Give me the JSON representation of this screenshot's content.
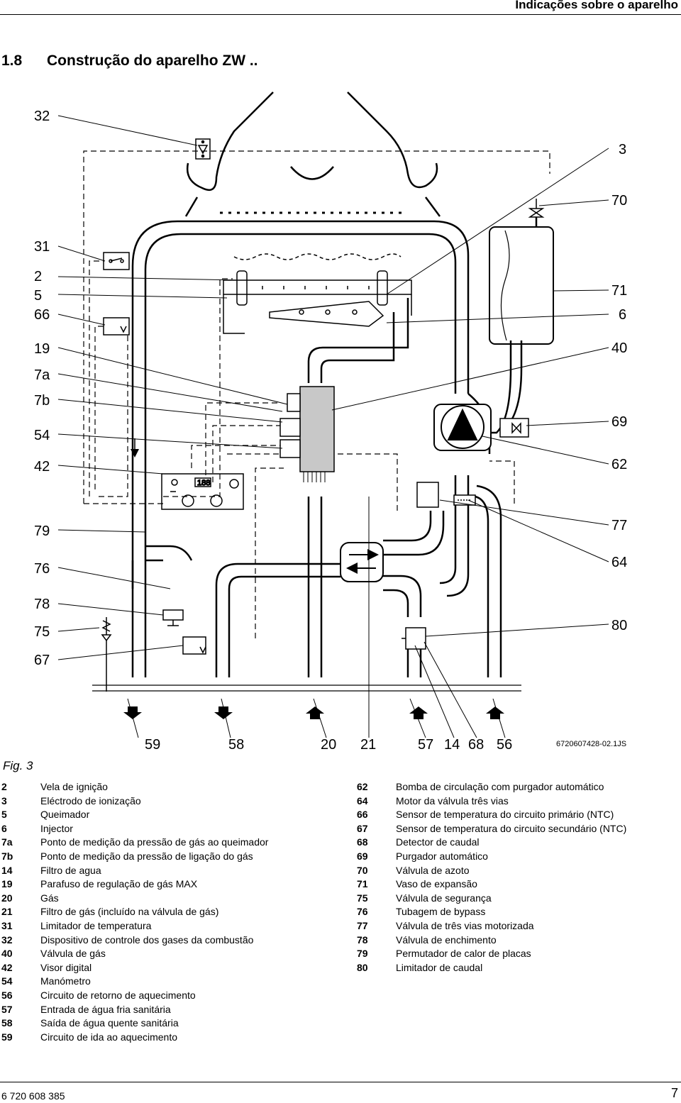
{
  "header": {
    "title": "Indicações sobre o aparelho"
  },
  "section": {
    "number": "1.8",
    "title": "Construção do aparelho ZW .."
  },
  "diagram": {
    "left_labels": [
      "32",
      "31",
      "2",
      "5",
      "66",
      "19",
      "7a",
      "7b",
      "54",
      "42",
      "79",
      "76",
      "78",
      "75",
      "67"
    ],
    "right_labels": [
      "3",
      "70",
      "71",
      "6",
      "40",
      "69",
      "62",
      "77",
      "64",
      "80"
    ],
    "bottom_labels": [
      "59",
      "58",
      "20",
      "21",
      "57",
      "14",
      "68",
      "56"
    ],
    "reference_code": "6720607428-02.1JS",
    "display_text": "188"
  },
  "figure": {
    "caption": "Fig. 3"
  },
  "legend": {
    "left": [
      {
        "num": "2",
        "text": "Vela de ignição"
      },
      {
        "num": "3",
        "text": "Eléctrodo de ionização"
      },
      {
        "num": "5",
        "text": "Queimador"
      },
      {
        "num": "6",
        "text": "Injector"
      },
      {
        "num": "7a",
        "text": "Ponto de medição da pressão de gás ao queimador"
      },
      {
        "num": "7b",
        "text": "Ponto de medição da pressão de ligação do gás"
      },
      {
        "num": "14",
        "text": "Filtro de agua"
      },
      {
        "num": "19",
        "text": "Parafuso de regulação de gás MAX"
      },
      {
        "num": "20",
        "text": "Gás"
      },
      {
        "num": "21",
        "text": "Filtro de gás (incluído na válvula de gás)"
      },
      {
        "num": "31",
        "text": "Limitador de temperatura"
      },
      {
        "num": "32",
        "text": "Dispositivo de controle dos gases da combustão"
      },
      {
        "num": "40",
        "text": "Válvula de gás"
      },
      {
        "num": "42",
        "text": "Visor digital"
      },
      {
        "num": "54",
        "text": "Manómetro"
      },
      {
        "num": "56",
        "text": "Circuito de retorno de aquecimento"
      },
      {
        "num": "57",
        "text": "Entrada de água fria sanitária"
      },
      {
        "num": "58",
        "text": "Saída de água quente sanitária"
      },
      {
        "num": "59",
        "text": "Circuito de ida ao aquecimento"
      }
    ],
    "right": [
      {
        "num": "62",
        "text": "Bomba de circulação com purgador automático"
      },
      {
        "num": "64",
        "text": "Motor da válvula três vias"
      },
      {
        "num": "66",
        "text": "Sensor de temperatura do circuito primário (NTC)"
      },
      {
        "num": "67",
        "text": "Sensor de temperatura do circuito secundário (NTC)"
      },
      {
        "num": "68",
        "text": "Detector de caudal"
      },
      {
        "num": "69",
        "text": "Purgador automático"
      },
      {
        "num": "70",
        "text": "Válvula de azoto"
      },
      {
        "num": "71",
        "text": "Vaso de expansão"
      },
      {
        "num": "75",
        "text": "Válvula de segurança"
      },
      {
        "num": "76",
        "text": "Tubagem de bypass"
      },
      {
        "num": "77",
        "text": "Válvula de três vias motorizada"
      },
      {
        "num": "78",
        "text": "Válvula de enchimento"
      },
      {
        "num": "79",
        "text": "Permutador de calor de placas"
      },
      {
        "num": "80",
        "text": "Limitador de caudal"
      }
    ]
  },
  "footer": {
    "doc_number": "6 720 608 385",
    "page": "7"
  }
}
